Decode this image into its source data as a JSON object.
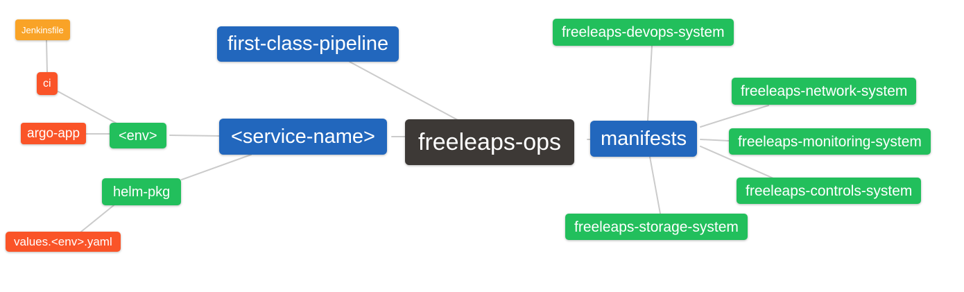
{
  "diagram": {
    "type": "mindmap",
    "root": "freeleaps-ops",
    "background_color": "#ffffff",
    "edge_color": "#cbcbcb",
    "palette": {
      "blue": "#2267bd",
      "green": "#22bf5c",
      "orange": "#f9a327",
      "red_orange": "#fa5428",
      "dark": "#3d3936",
      "node_text": "#ffffff"
    },
    "nodes": {
      "jenkinsfile": {
        "label": "Jenkinsfile",
        "color": "#f9a327"
      },
      "ci": {
        "label": "ci",
        "color": "#fa5428"
      },
      "argo_app": {
        "label": "argo-app",
        "color": "#fa5428"
      },
      "env": {
        "label": "<env>",
        "color": "#22bf5c"
      },
      "service_name": {
        "label": "<service-name>",
        "color": "#2267bd"
      },
      "first_class_pipeline": {
        "label": "first-class-pipeline",
        "color": "#2267bd"
      },
      "freeleaps_ops": {
        "label": "freeleaps-ops",
        "color": "#3d3936"
      },
      "manifests": {
        "label": "manifests",
        "color": "#2267bd"
      },
      "helm_pkg": {
        "label": "helm-pkg",
        "color": "#22bf5c"
      },
      "values_env_yaml": {
        "label": "values.<env>.yaml",
        "color": "#fa5428"
      },
      "devops_system": {
        "label": "freeleaps-devops-system",
        "color": "#22bf5c"
      },
      "network_system": {
        "label": "freeleaps-network-system",
        "color": "#22bf5c"
      },
      "monitoring_system": {
        "label": "freeleaps-monitoring-system",
        "color": "#22bf5c"
      },
      "controls_system": {
        "label": "freeleaps-controls-system",
        "color": "#22bf5c"
      },
      "storage_system": {
        "label": "freeleaps-storage-system",
        "color": "#22bf5c"
      }
    },
    "edges": [
      {
        "from": "Jenkinsfile",
        "to": "ci"
      },
      {
        "from": "ci",
        "to": "<env>"
      },
      {
        "from": "argo-app",
        "to": "<env>"
      },
      {
        "from": "<env>",
        "to": "<service-name>"
      },
      {
        "from": "helm-pkg",
        "to": "<service-name>"
      },
      {
        "from": "values.<env>.yaml",
        "to": "helm-pkg"
      },
      {
        "from": "<service-name>",
        "to": "freeleaps-ops"
      },
      {
        "from": "first-class-pipeline",
        "to": "freeleaps-ops"
      },
      {
        "from": "freeleaps-ops",
        "to": "manifests"
      },
      {
        "from": "manifests",
        "to": "freeleaps-devops-system"
      },
      {
        "from": "manifests",
        "to": "freeleaps-network-system"
      },
      {
        "from": "manifests",
        "to": "freeleaps-monitoring-system"
      },
      {
        "from": "manifests",
        "to": "freeleaps-controls-system"
      },
      {
        "from": "manifests",
        "to": "freeleaps-storage-system"
      }
    ]
  }
}
